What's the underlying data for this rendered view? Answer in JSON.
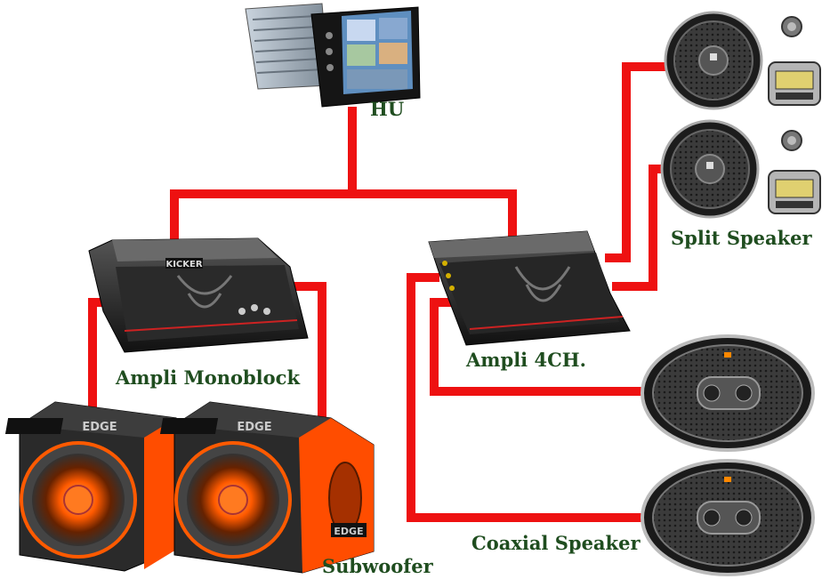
{
  "labels": {
    "hu": "HU",
    "ampli_monoblock": "Ampli Monoblock",
    "ampli_4ch": "Ampli 4CH.",
    "split_speaker": "Split Speaker",
    "coaxial_speaker": "Coaxial Speaker",
    "subwoofer": "Subwoofer"
  },
  "brands": {
    "amp_brand": "KICKER",
    "sub_brand": "EDGE"
  },
  "colors": {
    "wire": "#ee1111",
    "label": "#1f4d1f",
    "sub_accent": "#ff5a00",
    "device_dark": "#2a2a2a"
  }
}
